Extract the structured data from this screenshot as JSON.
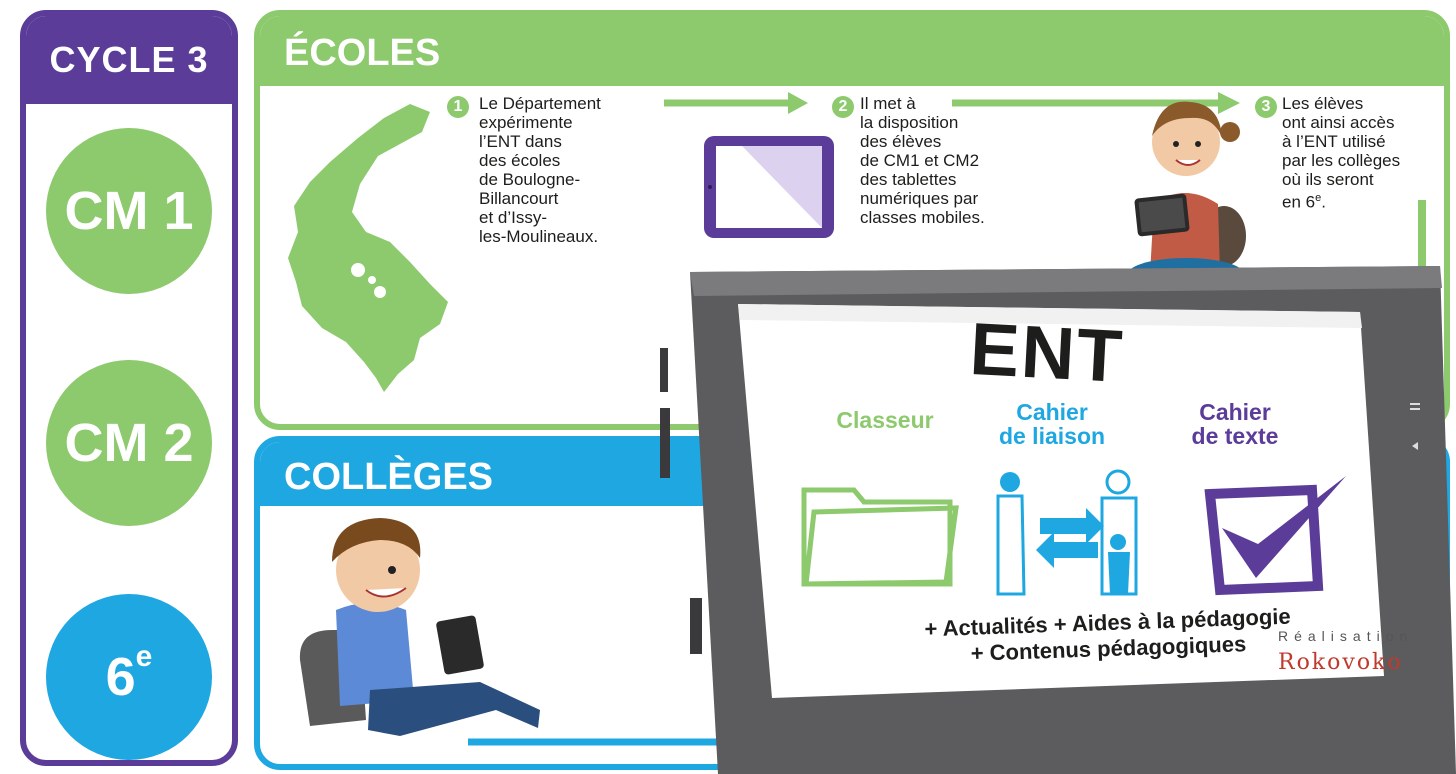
{
  "cycle": {
    "title": "CYCLE 3",
    "levels": [
      {
        "label": "CM 1",
        "color": "#8dc96d"
      },
      {
        "label": "CM 2",
        "color": "#8dc96d"
      },
      {
        "label": "6",
        "sup": "e",
        "color": "#1ea7e1"
      }
    ]
  },
  "ecoles": {
    "title": "ÉCOLES",
    "steps": [
      {
        "num": "1",
        "text": "Le Département\nexpérimente\nl’ENT dans\ndes écoles\nde Boulogne-\nBillancourt\net d’Issy-\nles-Moulineaux."
      },
      {
        "num": "2",
        "text": "Il met à\nla disposition\ndes élèves\nde CM1 et CM2\ndes tablettes\nnumériques par\nclasses mobiles."
      },
      {
        "num": "3",
        "text_main": "Les élèves\nont ainsi accès\nà l’ENT utilisé\npar les collèges\noù ils seront\nen 6",
        "text_sup": "e",
        "text_end": "."
      }
    ]
  },
  "colleges": {
    "title": "COLLÈGES"
  },
  "ent": {
    "title": "ENT",
    "tools": [
      {
        "label": "Classeur",
        "color": "#8dc96d"
      },
      {
        "label": "Cahier\nde liaison",
        "color": "#1ea7e1"
      },
      {
        "label": "Cahier\nde texte",
        "color": "#5b3c99"
      }
    ],
    "extras_line1": "+ Actualités + Aides à la pédagogie",
    "extras_line2": "+ Contenus pédagogiques"
  },
  "credit": {
    "label": "Réalisation",
    "brand": "Rokovoko"
  },
  "colors": {
    "purple": "#5b3c99",
    "green": "#8dc96d",
    "blue": "#1ea7e1",
    "tablet": "#5c5c5e"
  }
}
